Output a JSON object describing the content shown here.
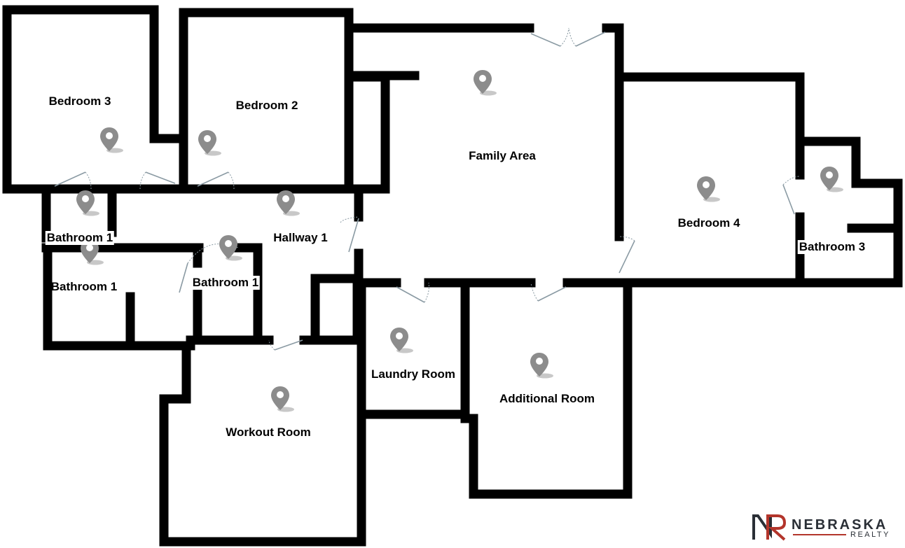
{
  "rooms": [
    {
      "id": "bedroom-3",
      "label": "Bedroom 3"
    },
    {
      "id": "bedroom-2",
      "label": "Bedroom 2"
    },
    {
      "id": "family-area",
      "label": "Family Area"
    },
    {
      "id": "bedroom-4",
      "label": "Bedroom 4"
    },
    {
      "id": "bathroom-3",
      "label": "Bathroom 3"
    },
    {
      "id": "hallway-1",
      "label": "Hallway 1"
    },
    {
      "id": "bathroom-1-a",
      "label": "Bathroom 1"
    },
    {
      "id": "bathroom-1-b",
      "label": "Bathroom 1"
    },
    {
      "id": "bathroom-1-c",
      "label": "Bathroom 1"
    },
    {
      "id": "laundry-room",
      "label": "Laundry Room"
    },
    {
      "id": "additional-room",
      "label": "Additional Room"
    },
    {
      "id": "workout-room",
      "label": "Workout Room"
    }
  ],
  "colors": {
    "wall": "#000000",
    "pin": "#8c8c8c",
    "door": "#8a9aa3",
    "brand_red": "#b3352b",
    "brand_dark": "#2a2f36"
  },
  "icons": {
    "pin": "map-pin-icon",
    "logo": "nebraska-realty-logo"
  },
  "brand": {
    "name": "NEBRASKA",
    "sub": "REALTY",
    "mark": "NR"
  }
}
